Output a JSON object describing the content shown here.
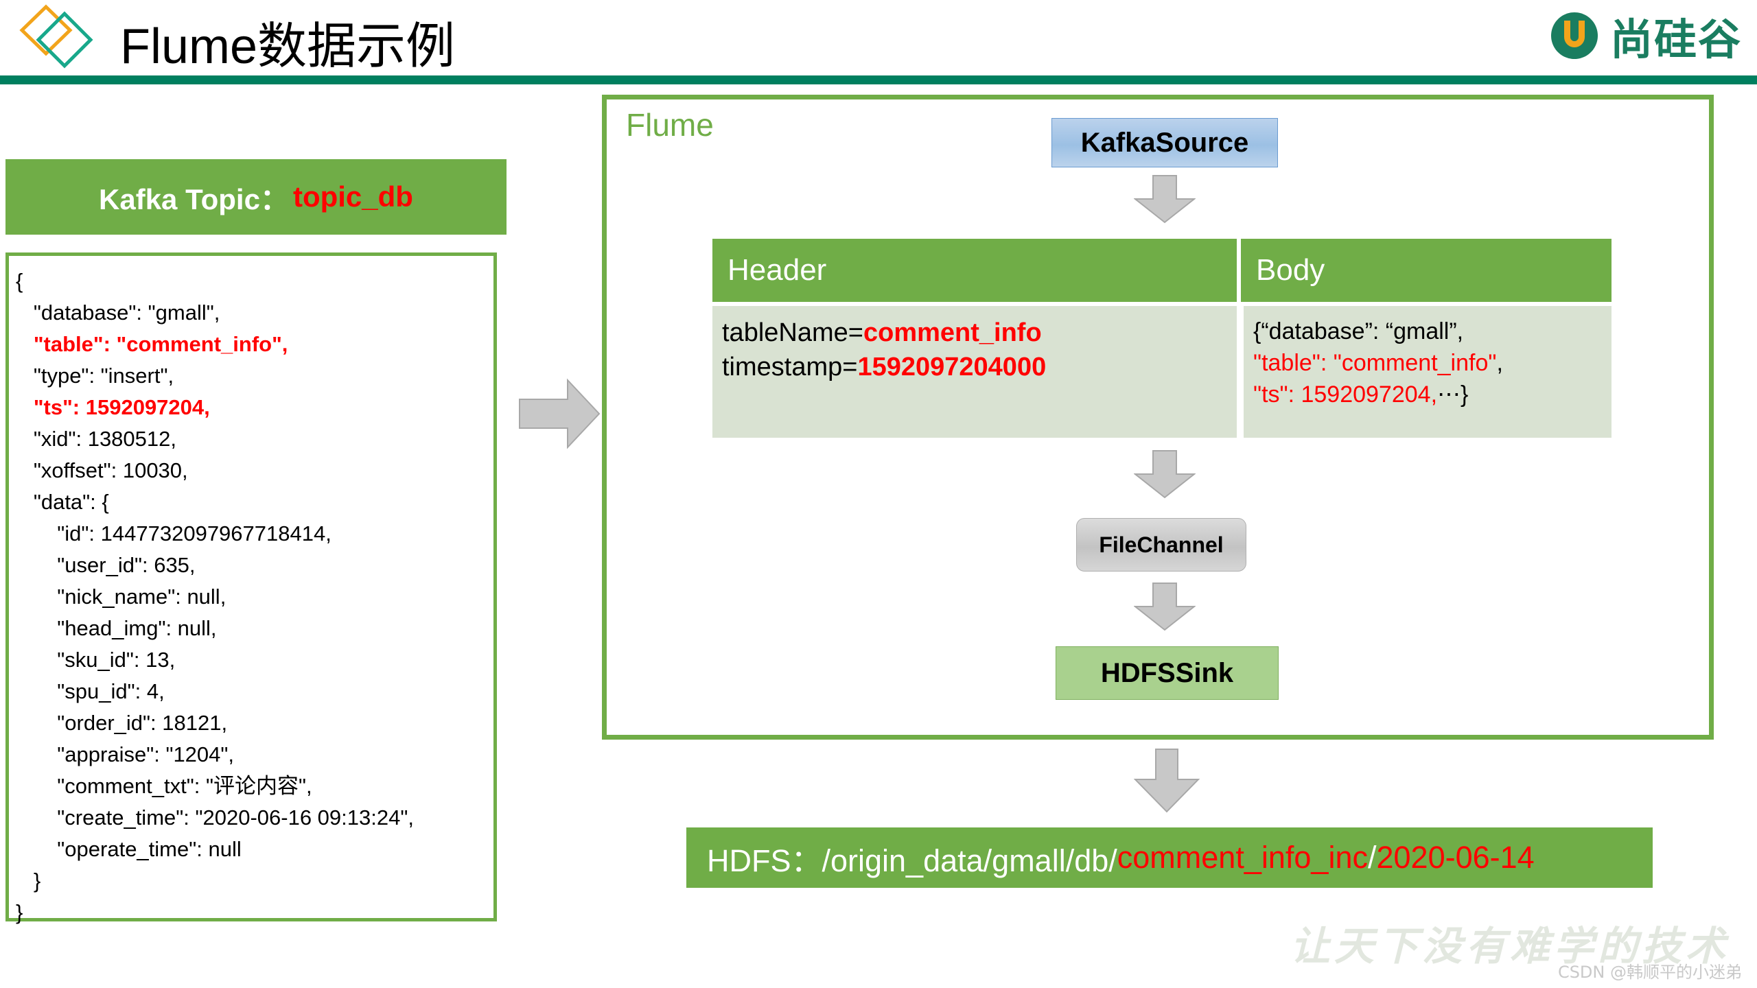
{
  "header": {
    "title": "Flume数据示例",
    "brand_text": "尚硅谷",
    "brand_mark": "u-mark",
    "accent_green": "#007F5F",
    "logo_orange": "#F2A41B",
    "logo_teal": "#18A88B"
  },
  "kafka_panel": {
    "topic_label": "Kafka Topic：",
    "topic_value": "topic_db",
    "json_lines": [
      {
        "text": "{",
        "highlight": false
      },
      {
        "text": "   \"database\": \"gmall\",",
        "highlight": false
      },
      {
        "text": "   \"table\": \"comment_info\",",
        "highlight": true
      },
      {
        "text": "   \"type\": \"insert\",",
        "highlight": false
      },
      {
        "text": "   \"ts\": 1592097204,",
        "highlight": true
      },
      {
        "text": "   \"xid\": 1380512,",
        "highlight": false
      },
      {
        "text": "   \"xoffset\": 10030,",
        "highlight": false
      },
      {
        "text": "   \"data\": {",
        "highlight": false
      },
      {
        "text": "       \"id\": 1447732097967718414,",
        "highlight": false
      },
      {
        "text": "       \"user_id\": 635,",
        "highlight": false
      },
      {
        "text": "       \"nick_name\": null,",
        "highlight": false
      },
      {
        "text": "       \"head_img\": null,",
        "highlight": false
      },
      {
        "text": "       \"sku_id\": 13,",
        "highlight": false
      },
      {
        "text": "       \"spu_id\": 4,",
        "highlight": false
      },
      {
        "text": "       \"order_id\": 18121,",
        "highlight": false
      },
      {
        "text": "       \"appraise\": \"1204\",",
        "highlight": false
      },
      {
        "text": "       \"comment_txt\": \"评论内容\",",
        "highlight": false
      },
      {
        "text": "       \"create_time\": \"2020-06-16 09:13:24\",",
        "highlight": false
      },
      {
        "text": "       \"operate_time\": null",
        "highlight": false
      },
      {
        "text": "   }",
        "highlight": false
      },
      {
        "text": "}",
        "highlight": false
      }
    ]
  },
  "flume": {
    "label": "Flume",
    "kafka_source": "KafkaSource",
    "file_channel": "FileChannel",
    "hdfs_sink": "HDFSSink",
    "table": {
      "header_col_title": "Header",
      "body_col_title": "Body",
      "header_cell": {
        "line1_key": "tableName=",
        "line1_value": "comment_info",
        "line2_key": "timestamp=",
        "line2_value": "1592097204000"
      },
      "body_cell": {
        "line1": "{“database”: “gmall”,",
        "line2_red": "\"table\": \"comment_info\"",
        "line2_tail": ",",
        "line3_red": "\"ts\": 1592097204,",
        "line3_tail": "⋯}"
      }
    }
  },
  "hdfs_path": {
    "prefix": "HDFS：/origin_data/gmall/db/",
    "table_dir": "comment_info_inc",
    "separator": "/",
    "partition": "2020-06-14"
  },
  "watermarks": {
    "slogan": "让天下没有难学的技术",
    "credit": "CSDN @韩顺平的小迷弟"
  },
  "colors": {
    "green": "#70AD47",
    "light_green_cell": "#D9E2D2",
    "red": "#FF0000",
    "blue_box": "#9CC0E4",
    "grey_arrow": "#C8C8C8",
    "sink_green": "#A9D18E"
  }
}
